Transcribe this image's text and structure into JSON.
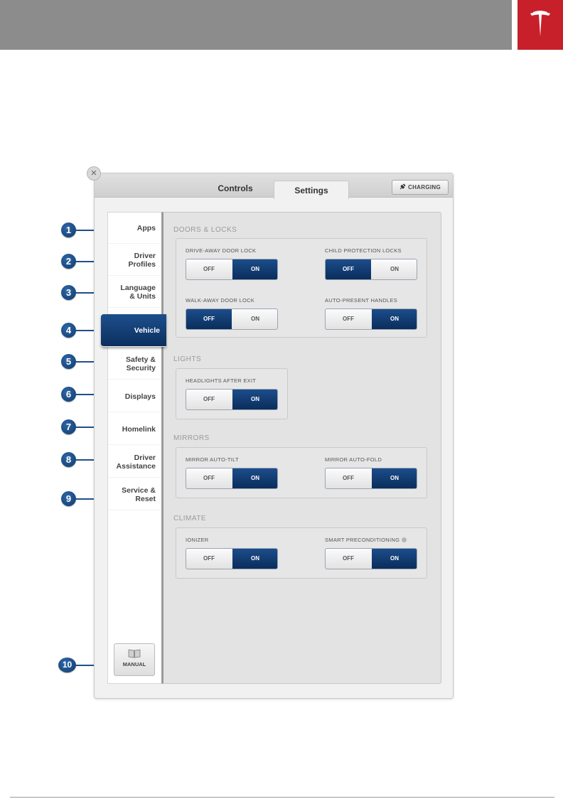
{
  "colors": {
    "accent": "#0b2f5e",
    "brand_red": "#c8202a",
    "header_gray": "#8c8c8c"
  },
  "icons": {
    "logo": "tesla-logo-icon",
    "close": "close-icon",
    "charging": "plug-icon",
    "manual": "book-icon"
  },
  "tabs": {
    "controls": "Controls",
    "settings": "Settings"
  },
  "charging_label": "CHARGING",
  "sidebar": [
    {
      "label": "Apps"
    },
    {
      "label": "Driver\nProfiles"
    },
    {
      "label": "Language\n& Units"
    },
    {
      "label": "Vehicle",
      "active": true
    },
    {
      "label": "Safety &\nSecurity"
    },
    {
      "label": "Displays"
    },
    {
      "label": "Homelink"
    },
    {
      "label": "Driver\nAssistance"
    },
    {
      "label": "Service &\nReset"
    }
  ],
  "manual_label": "MANUAL",
  "callouts": [
    "1",
    "2",
    "3",
    "4",
    "5",
    "6",
    "7",
    "8",
    "9",
    "10"
  ],
  "sections": {
    "doors": {
      "title": "DOORS & LOCKS",
      "drive_away": {
        "label": "DRIVE-AWAY DOOR LOCK",
        "off": "OFF",
        "on": "ON",
        "value": "ON"
      },
      "child": {
        "label": "CHILD PROTECTION LOCKS",
        "off": "OFF",
        "on": "ON",
        "value": "OFF"
      },
      "walk_away": {
        "label": "WALK-AWAY DOOR LOCK",
        "off": "OFF",
        "on": "ON",
        "value": "OFF"
      },
      "auto_present": {
        "label": "AUTO-PRESENT HANDLES",
        "off": "OFF",
        "on": "ON",
        "value": "ON"
      }
    },
    "lights": {
      "title": "LIGHTS",
      "headlights": {
        "label": "HEADLIGHTS AFTER EXIT",
        "off": "OFF",
        "on": "ON",
        "value": "ON"
      }
    },
    "mirrors": {
      "title": "MIRRORS",
      "auto_tilt": {
        "label": "MIRROR AUTO-TILT",
        "off": "OFF",
        "on": "ON",
        "value": "ON"
      },
      "auto_fold": {
        "label": "MIRROR AUTO-FOLD",
        "off": "OFF",
        "on": "ON",
        "value": "ON"
      }
    },
    "climate": {
      "title": "CLIMATE",
      "ionizer": {
        "label": "IONIZER",
        "off": "OFF",
        "on": "ON",
        "value": "ON"
      },
      "smart_precond": {
        "label": "SMART PRECONDITIONING",
        "off": "OFF",
        "on": "ON",
        "value": "ON"
      }
    }
  }
}
